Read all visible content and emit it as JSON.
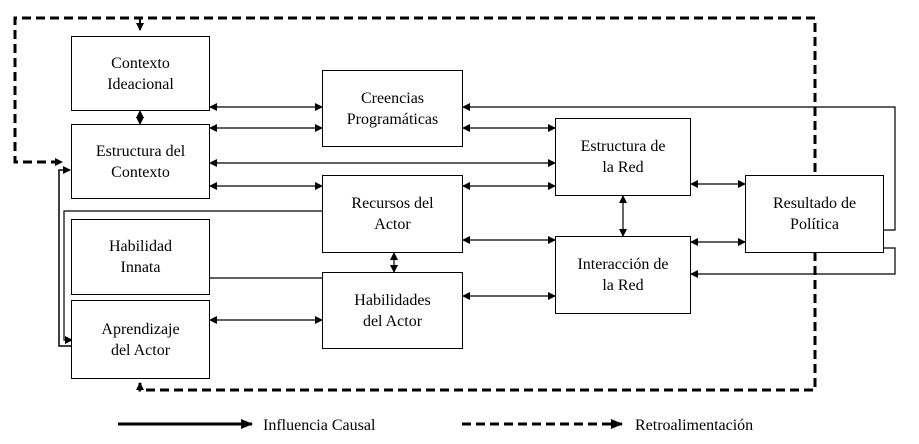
{
  "nodes": {
    "contexto_ideacional": [
      "Contexto",
      "Ideacional"
    ],
    "estructura_contexto": [
      "Estructura del",
      "Contexto"
    ],
    "habilidad_innata": [
      "Habilidad",
      "Innata"
    ],
    "aprendizaje_actor": [
      "Aprendizaje",
      "del Actor"
    ],
    "creencias": [
      "Creencias",
      "Programáticas"
    ],
    "recursos_actor": [
      "Recursos del",
      "Actor"
    ],
    "habilidades_actor": [
      "Habilidades",
      "del Actor"
    ],
    "estructura_red": [
      "Estructura de",
      "la Red"
    ],
    "interaccion_red": [
      "Interacción de",
      "la Red"
    ],
    "resultado_politica": [
      "Resultado de",
      "Política"
    ]
  },
  "legend": {
    "causal": "Influencia Causal",
    "feedback": "Retroalimentación"
  },
  "colors": {
    "stroke": "#000000",
    "background": "#ffffff"
  }
}
